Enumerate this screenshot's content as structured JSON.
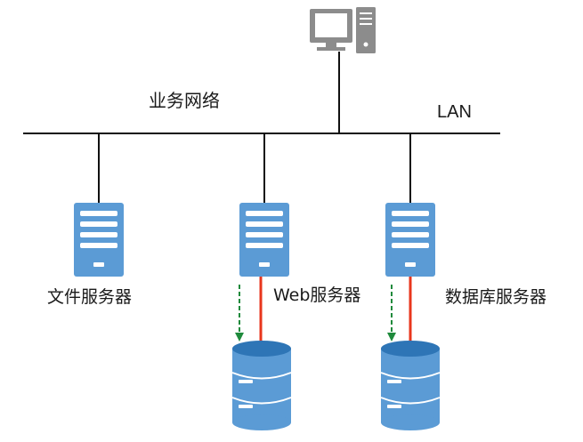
{
  "labels": {
    "business_network": "业务网络",
    "lan": "LAN",
    "file_server": "文件服务器",
    "web_server": "Web服务器",
    "db_server": "数据库服务器"
  },
  "colors": {
    "server_blue": "#5b9bd5",
    "server_dark": "#2e75b6",
    "red_link": "#e8361c",
    "green_arrow": "#1f8a3c",
    "line": "#111111",
    "computer_gray": "#8c8c8c"
  },
  "icons": {
    "computer": "desktop-computer-icon",
    "server": "server-icon",
    "database": "database-icon"
  }
}
